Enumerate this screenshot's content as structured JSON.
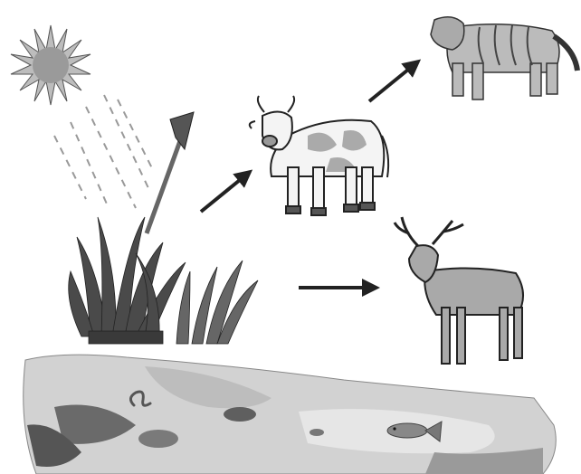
{
  "diagram": {
    "type": "food-chain",
    "style": "grayscale illustration",
    "colors": {
      "background": "#ffffff",
      "ink": "#222222",
      "grass_dark": "#4a4a4a",
      "sun": "#9a9a9a",
      "ground": "#cfcfcf"
    },
    "elements": [
      {
        "id": "sun",
        "icon": "sun-icon"
      },
      {
        "id": "sun-rays",
        "icon": "sun-rays-icon"
      },
      {
        "id": "grass",
        "icon": "grass-icon"
      },
      {
        "id": "cow",
        "icon": "cow-icon"
      },
      {
        "id": "tiger",
        "icon": "tiger-icon"
      },
      {
        "id": "deer",
        "icon": "deer-icon"
      },
      {
        "id": "soil",
        "icon": "soil-water-icon"
      },
      {
        "id": "earthworm",
        "icon": "earthworm-icon"
      },
      {
        "id": "fish",
        "icon": "fish-icon"
      }
    ],
    "arrows": [
      {
        "from": "sun",
        "to": "grass"
      },
      {
        "from": "grass",
        "to": "cow"
      },
      {
        "from": "cow",
        "to": "tiger"
      },
      {
        "from": "grass",
        "to": "deer"
      }
    ]
  }
}
